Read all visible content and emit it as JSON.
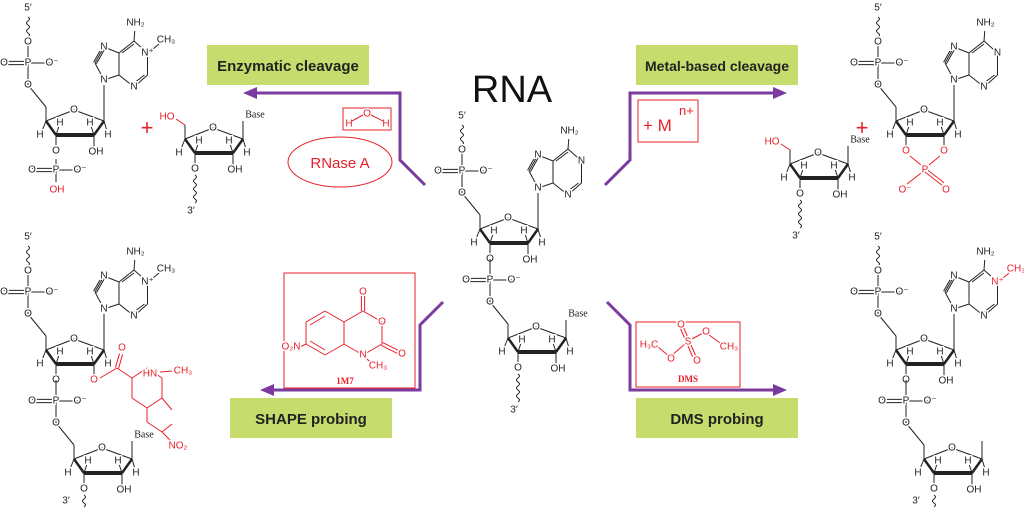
{
  "title": "RNA",
  "processes": {
    "enzymatic": "Enzymatic cleavage",
    "metal": "Metal-based cleavage",
    "shape": "SHAPE probing",
    "dms": "DMS probing"
  },
  "reagents": {
    "rnase": "RNase A",
    "metal_plus": "+ M",
    "metal_charge": "n+",
    "shape_reagent": "1M7",
    "dms_reagent": "DMS",
    "plus": "+"
  },
  "atoms": {
    "O": "O",
    "P": "P",
    "Ominus": "O⁻",
    "H": "H",
    "OH": "OH",
    "HO": "HO",
    "N": "N",
    "Nplus": "N⁺",
    "NH2": "NH₂",
    "CH3": "CH₃",
    "H3C": "H₃C",
    "O2N": "O₂N",
    "NO2": "NO₂",
    "HN": "HN",
    "S": "S",
    "five": "5′",
    "three": "3′",
    "base": "Base"
  },
  "colors": {
    "purple": "#7b3a9e",
    "green": "#c6dc6c",
    "red": "#e8202a",
    "ink": "#222222"
  }
}
